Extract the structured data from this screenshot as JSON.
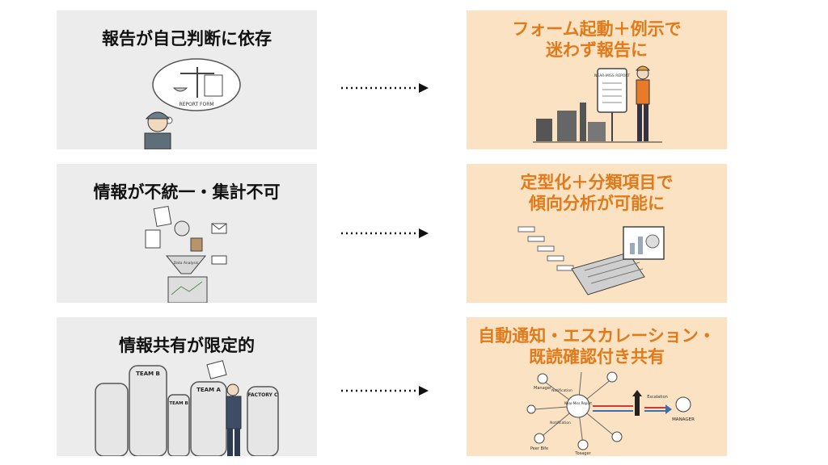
{
  "rows": [
    {
      "problem": "報告が自己判断に依存",
      "solution_line1": "フォーム起動＋例示で",
      "solution_line2": "迷わず報告に",
      "left_labels": {
        "form": "REPORT FORM"
      },
      "right_labels": {
        "tablet": "NEAR-MISS REPORT"
      }
    },
    {
      "problem": "情報が不統一・集計不可",
      "solution_line1": "定型化＋分類項目で",
      "solution_line2": "傾向分析が可能に",
      "left_labels": {
        "funnel": "Data Analysis"
      },
      "right_labels": {}
    },
    {
      "problem": "情報共有が限定的",
      "solution_line1": "自動通知・エスカレーション・",
      "solution_line2": "既読確認付き共有",
      "left_labels": {
        "team_b": "TEAM B",
        "team_b_small": "TEAM B",
        "team_a": "TEAM A",
        "factory_c": "FACTORY C"
      },
      "right_labels": {
        "center": "Near-Miss Report",
        "notification_1": "Notification",
        "notification_2": "Notification",
        "escalation": "Escalation",
        "manager": "MANAGER",
        "person_1": "Manager",
        "person_2": "Peer Bife",
        "person_3": "Tosager"
      }
    }
  ],
  "colors": {
    "problem_bg": "#ececec",
    "solution_bg": "#fbe2c2",
    "solution_text": "#e07a1a",
    "escalation_red": "#d23a3a",
    "escalation_blue": "#3a6fb0"
  }
}
